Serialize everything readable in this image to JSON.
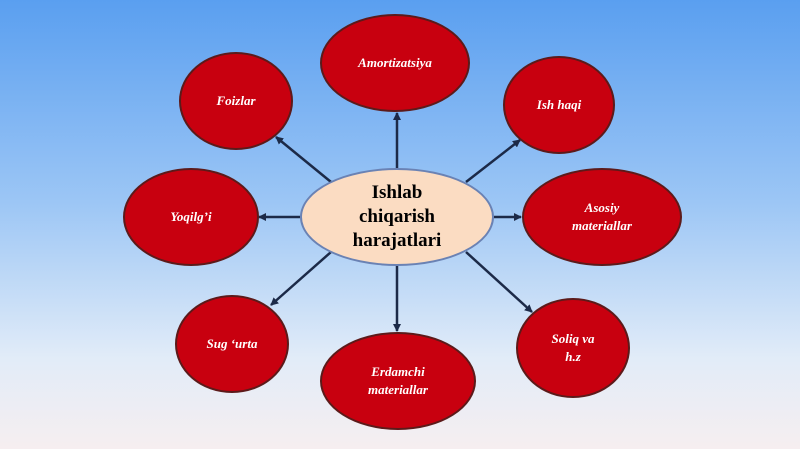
{
  "center": {
    "label": "Ishlab\nchiqarish\nharajatlari"
  },
  "nodes": [
    {
      "id": "amortizatsiya",
      "label": "Amortizatsiya"
    },
    {
      "id": "ish-haqi",
      "label": "Ish haqi"
    },
    {
      "id": "asosiy-materiallar",
      "label": "Asosiy\nmateriallar"
    },
    {
      "id": "soliq",
      "label": "Soliq va\nh.z"
    },
    {
      "id": "erdamchi-materiallar",
      "label": "Erdamchi\nmateriallar"
    },
    {
      "id": "sugurta",
      "label": "Sug ‘urta"
    },
    {
      "id": "yoqilgi",
      "label": "Yoqilg’i"
    },
    {
      "id": "foizlar",
      "label": "Foizlar"
    }
  ],
  "colors": {
    "outer_fill": "#c8000f",
    "center_fill": "#fbdcc2",
    "arrow": "#1c2a48"
  }
}
